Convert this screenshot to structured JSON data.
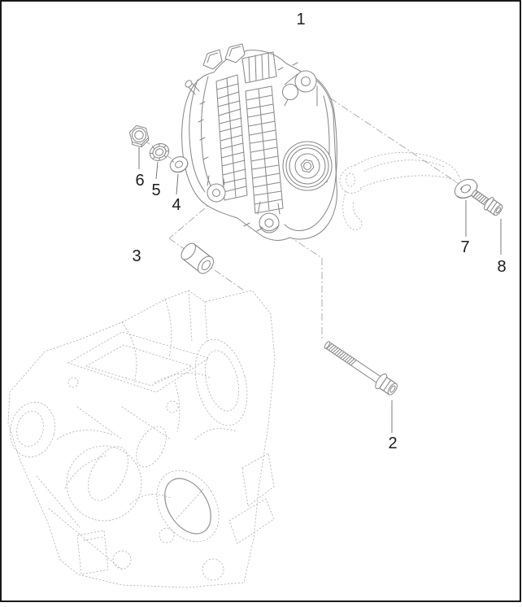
{
  "diagram": {
    "kind": "exploded-parts-diagram",
    "callouts": [
      {
        "label": "1"
      },
      {
        "label": "2"
      },
      {
        "label": "3"
      },
      {
        "label": "4"
      },
      {
        "label": "5"
      },
      {
        "label": "6"
      },
      {
        "label": "7"
      },
      {
        "label": "8"
      }
    ]
  },
  "colors": {
    "background": "#ffffff",
    "border": "#000000",
    "line": "#8a8a8a",
    "hidden_line": "#b9b9b9",
    "chain_line": "#ababab",
    "leader": "#6a6a6a",
    "label": "#1c1c1c"
  }
}
